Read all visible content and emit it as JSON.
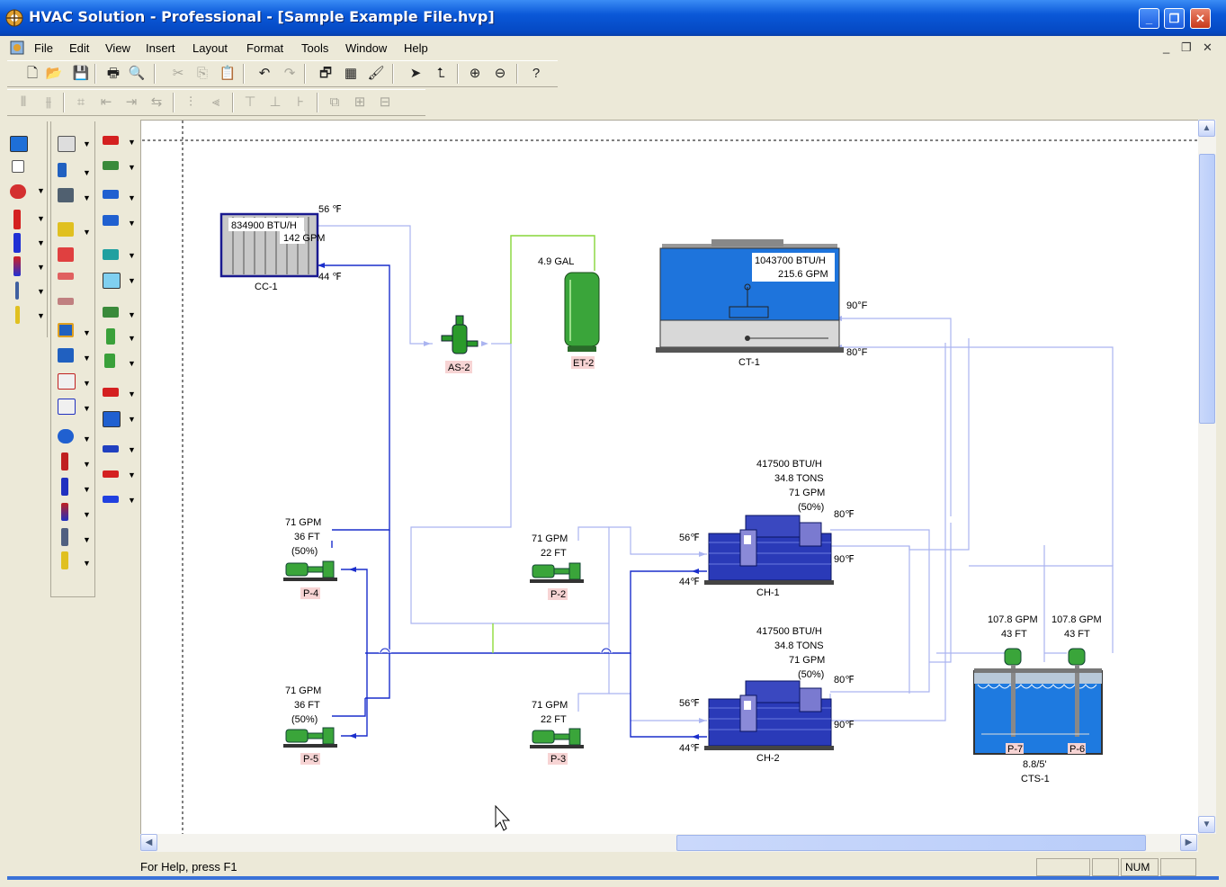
{
  "window": {
    "title": "HVAC Solution - Professional - [Sample Example File.hvp]",
    "minimize": "_",
    "restore": "❐",
    "close": "✕"
  },
  "menu": [
    "File",
    "Edit",
    "View",
    "Insert",
    "Layout",
    "Format",
    "Tools",
    "Window",
    "Help"
  ],
  "mdi_controls": [
    "_",
    "❐",
    "✕"
  ],
  "status": {
    "help": "For Help, press F1",
    "num": "NUM"
  },
  "diagram": {
    "cc1": {
      "load": "834900 BTU/H",
      "flow": "142 GPM",
      "label": "CC-1",
      "temp_out": "56 ℉",
      "temp_in": "44 ℉"
    },
    "as2": {
      "label": "AS-2"
    },
    "et2": {
      "volume": "4.9 GAL",
      "label": "ET-2"
    },
    "ct1": {
      "load": "1043700 BTU/H",
      "flow": "215.6 GPM",
      "label": "CT-1",
      "temp_in": "90°F",
      "temp_out": "80°F"
    },
    "ch1": {
      "load": "417500 BTU/H",
      "tons": "34.8 TONS",
      "flow": "71 GPM",
      "pct": "(50%)",
      "label": "CH-1",
      "cond_in": "80℉",
      "cond_out": "90℉",
      "evap_out": "56℉",
      "evap_in": "44℉"
    },
    "ch2": {
      "load": "417500 BTU/H",
      "tons": "34.8 TONS",
      "flow": "71 GPM",
      "pct": "(50%)",
      "label": "CH-2",
      "cond_in": "80℉",
      "cond_out": "90℉",
      "evap_out": "56℉",
      "evap_in": "44℉"
    },
    "p4": {
      "flow": "71 GPM",
      "head": "36 FT",
      "pct": "(50%)",
      "label": "P-4"
    },
    "p5": {
      "flow": "71 GPM",
      "head": "36 FT",
      "pct": "(50%)",
      "label": "P-5"
    },
    "p2": {
      "flow": "71 GPM",
      "head": "22 FT",
      "label": "P-2"
    },
    "p3": {
      "flow": "71 GPM",
      "head": "22 FT",
      "label": "P-3"
    },
    "p7": {
      "flow": "107.8 GPM",
      "head": "43 FT",
      "label": "P-7"
    },
    "p6": {
      "flow": "107.8 GPM",
      "head": "43 FT",
      "label": "P-6"
    },
    "cts1": {
      "size": "8.8/5'",
      "label": "CTS-1"
    }
  },
  "colors": {
    "supply_line": "#1a2ecc",
    "return_line": "#aab4f0",
    "expansion_line": "#8edc3a",
    "pump": "#3aa53a",
    "chiller": "#2a3ab8",
    "tower": "#2b7fe0"
  }
}
